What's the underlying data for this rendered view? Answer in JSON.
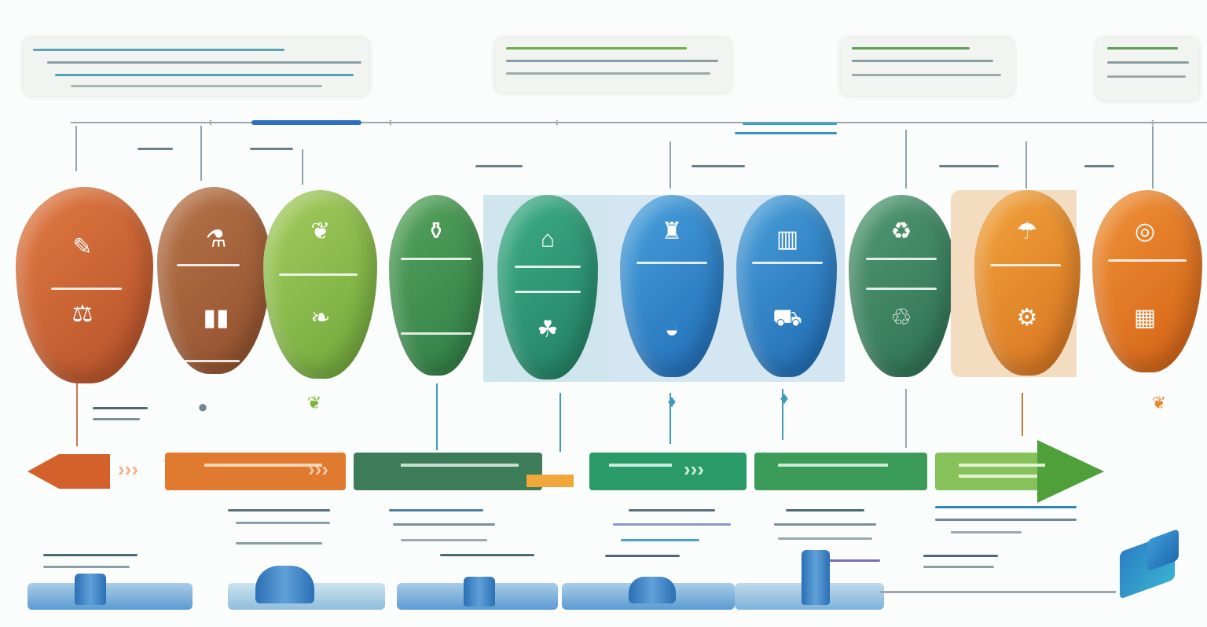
{
  "header": {
    "title": "",
    "subtitle": ""
  },
  "callout_panels": [
    {
      "id": "panel-1",
      "text": ""
    },
    {
      "id": "panel-2",
      "text": ""
    },
    {
      "id": "panel-3",
      "text": ""
    },
    {
      "id": "panel-4",
      "text": ""
    }
  ],
  "center_label": "",
  "stages": [
    {
      "id": "stage-1",
      "color": "#c9622e",
      "icon": "document-icon"
    },
    {
      "id": "stage-2",
      "color": "#a7663e",
      "icon": "flask-icon"
    },
    {
      "id": "stage-3",
      "color": "#7db43e",
      "icon": "leaf-icon"
    },
    {
      "id": "stage-4",
      "color": "#3f9a52",
      "icon": "bottle-icon"
    },
    {
      "id": "stage-5",
      "color": "#2e9a72",
      "icon": "factory-icon"
    },
    {
      "id": "stage-6",
      "color": "#2f83c6",
      "icon": "water-tower-icon"
    },
    {
      "id": "stage-7",
      "color": "#2e7cc0",
      "icon": "building-icon"
    },
    {
      "id": "stage-8",
      "color": "#3d8a69",
      "icon": "recycle-icon"
    },
    {
      "id": "stage-9",
      "color": "#e28a2b",
      "icon": "hand-icon"
    },
    {
      "id": "stage-10",
      "color": "#e77e22",
      "icon": "basket-icon"
    }
  ],
  "arrow_band": {
    "colors": [
      "#d4612b",
      "#e07a2e",
      "#3c7c58",
      "#2b9a69",
      "#3a9c58",
      "#6cb547"
    ]
  },
  "glyphs": {
    "tick": "↕",
    "chevron": "›››",
    "arrowhead": "▶"
  }
}
